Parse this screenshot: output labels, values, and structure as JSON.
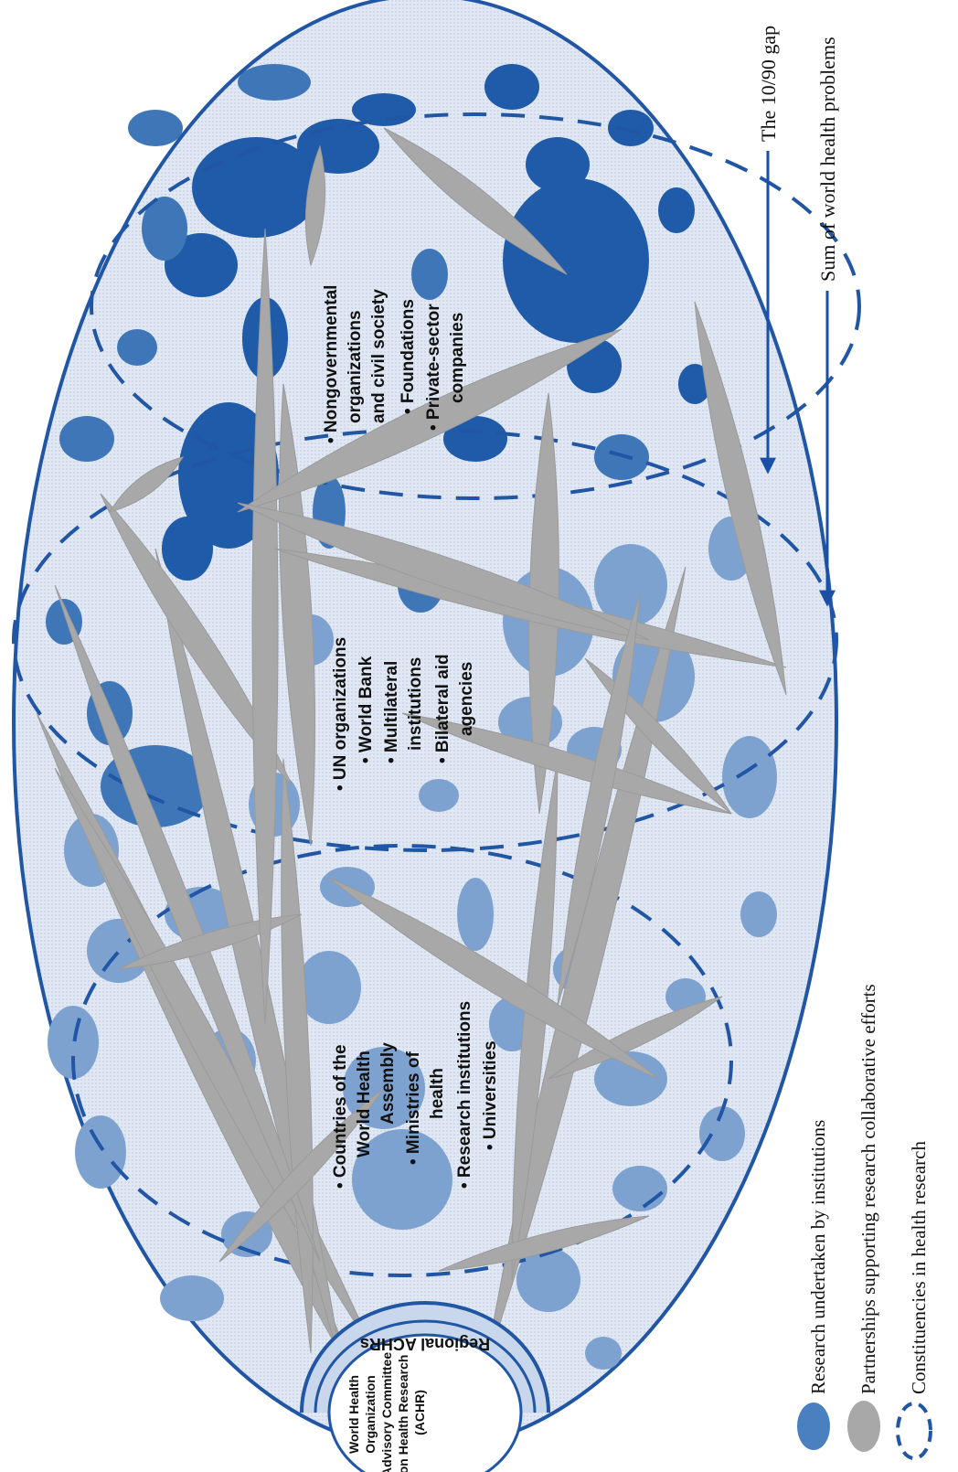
{
  "diagram": {
    "center": {
      "title_lines": [
        "World Health",
        "Organization",
        "Advisory Committee",
        "on Health Research",
        "(ACHR)"
      ],
      "ring_label": "Regional ACHRs"
    },
    "constituencies": [
      {
        "id": "countries",
        "lines": [
          "• Countries of the",
          "World Health",
          "Assembly",
          "• Ministries of",
          "health",
          "• Research institutions",
          "• Universities"
        ]
      },
      {
        "id": "un",
        "lines": [
          "• UN organizations",
          "• World Bank",
          "• Multilateral",
          "institutions",
          "• Bilateral aid",
          "agencies"
        ]
      },
      {
        "id": "ngo",
        "lines": [
          "• Nongovernmental",
          "organizations",
          "and civil society",
          "• Foundations",
          "• Private-sector",
          "companies"
        ]
      }
    ],
    "annotations": {
      "gap_label": "The 10/90 gap",
      "sum_label": "Sum of world health problems"
    },
    "legend": [
      {
        "icon": "blue-ellipse-icon",
        "label": "Research undertaken by institutions"
      },
      {
        "icon": "grey-spindle-icon",
        "label": "Partnerships supporting research collaborative efforts"
      },
      {
        "icon": "dashed-circle-icon",
        "label": "Constituencies in health research"
      }
    ],
    "colors": {
      "outer_fill": "#dce5f1",
      "outline": "#2156a5",
      "research_dark": "#1f5ba8",
      "research_mid": "#3f76b8",
      "research_light": "#7ea2d0",
      "partnership": "#a8a8a8",
      "arrow": "#1b4fa5"
    }
  }
}
